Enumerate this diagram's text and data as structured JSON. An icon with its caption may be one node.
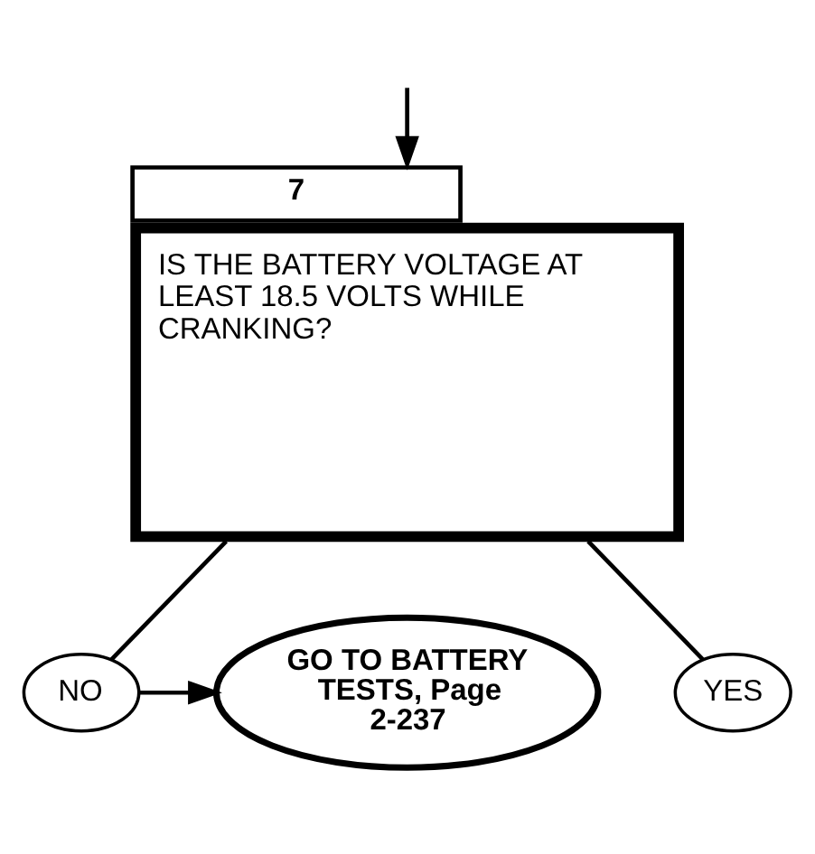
{
  "diagram": {
    "nodes": [
      {
        "text": [
          "7",
          "IS THE BATTERY VOLTAGE AT LEAST 18.5 VOLTS WHILE CRANKING?"
        ]
      },
      {
        "text": [
          "NO"
        ]
      },
      {
        "text": [
          "GO TO BATTERY TESTS, Page 2-237"
        ]
      },
      {
        "text": [
          "YES"
        ]
      }
    ],
    "edges": [
      {
        "from": null,
        "to": 0,
        "arrow": "to"
      },
      {
        "from": 0,
        "to": 1,
        "arrow": "none"
      },
      {
        "from": 1,
        "to": 2,
        "arrow": "to"
      },
      {
        "from": 0,
        "to": 3,
        "arrow": "none"
      }
    ]
  }
}
